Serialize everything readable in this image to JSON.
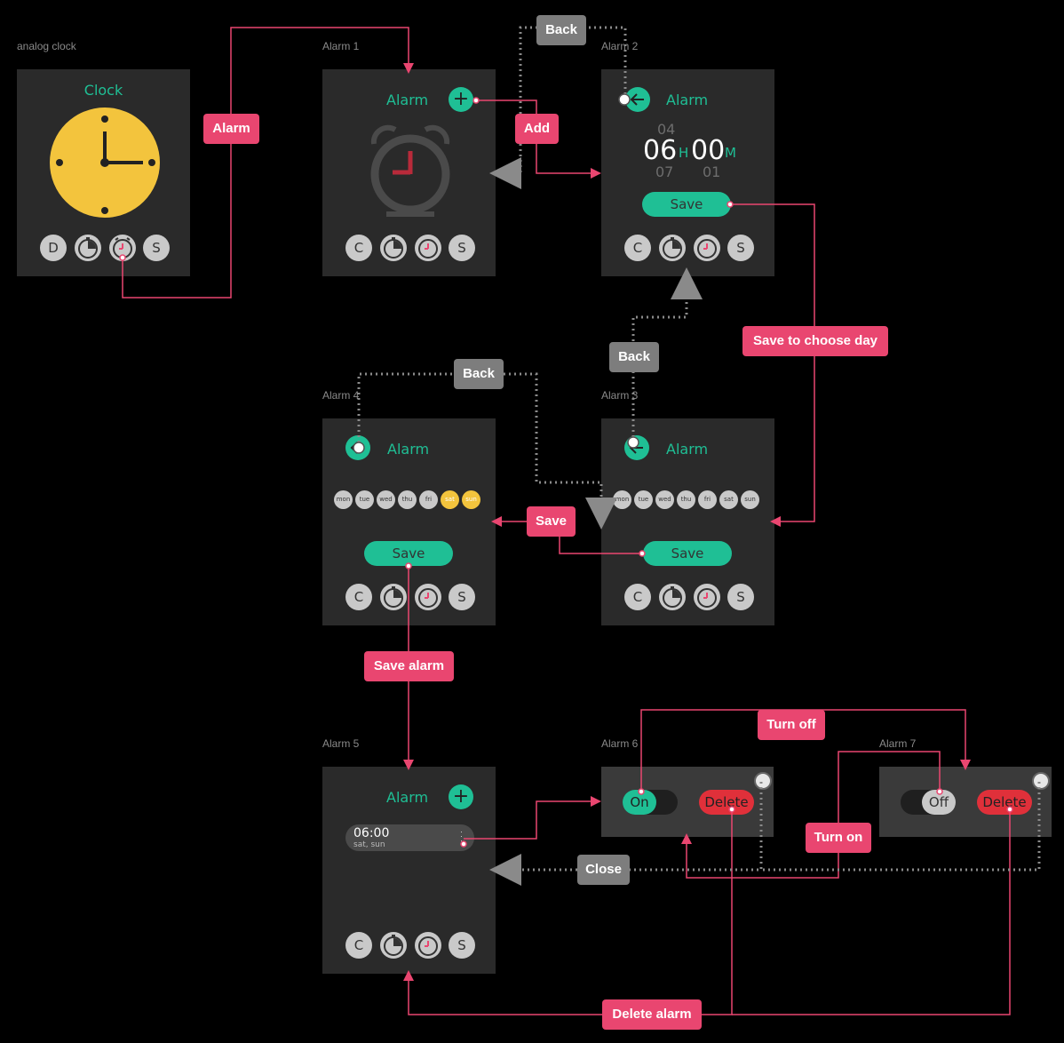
{
  "frames": {
    "analog_clock": "analog clock",
    "alarm1": "Alarm 1",
    "alarm2": "Alarm 2",
    "alarm3": "Alarm 3",
    "alarm4": "Alarm 4",
    "alarm5": "Alarm 5",
    "alarm6": "Alarm 6",
    "alarm7": "Alarm 7"
  },
  "screens": {
    "clock_title": "Clock",
    "alarm_title": "Alarm"
  },
  "nav": {
    "digital": "D",
    "clock": "C",
    "stopwatch_icon": "stopwatch-icon",
    "alarm_icon": "alarm-clock-icon",
    "settings": "S"
  },
  "time_picker": {
    "hour_prev": "04",
    "hour": "06",
    "hour_unit": "H",
    "hour_next": "07",
    "minute": "00",
    "minute_unit": "M",
    "minute_next": "01"
  },
  "buttons": {
    "save": "Save",
    "add": "+",
    "on": "On",
    "off": "Off",
    "delete": "Delete"
  },
  "days": [
    "mon",
    "tue",
    "wed",
    "thu",
    "fri",
    "sat",
    "sun"
  ],
  "selected_days": [
    "sat",
    "sun"
  ],
  "alarm_item": {
    "time": "06:00",
    "days": "sat, sun"
  },
  "transitions": {
    "alarm": "Alarm",
    "add": "Add",
    "back": "Back",
    "save_to_choose_day": "Save to choose day",
    "save": "Save",
    "save_alarm": "Save alarm",
    "turn_off": "Turn off",
    "turn_on": "Turn on",
    "close": "Close",
    "delete_alarm": "Delete alarm"
  },
  "colors": {
    "accent": "#1fbf95",
    "link": "#e94670",
    "back_link": "#7d7d7d",
    "clock_face": "#f3c43d",
    "delete": "#e0303a",
    "screen_bg": "#2a2a2a"
  }
}
